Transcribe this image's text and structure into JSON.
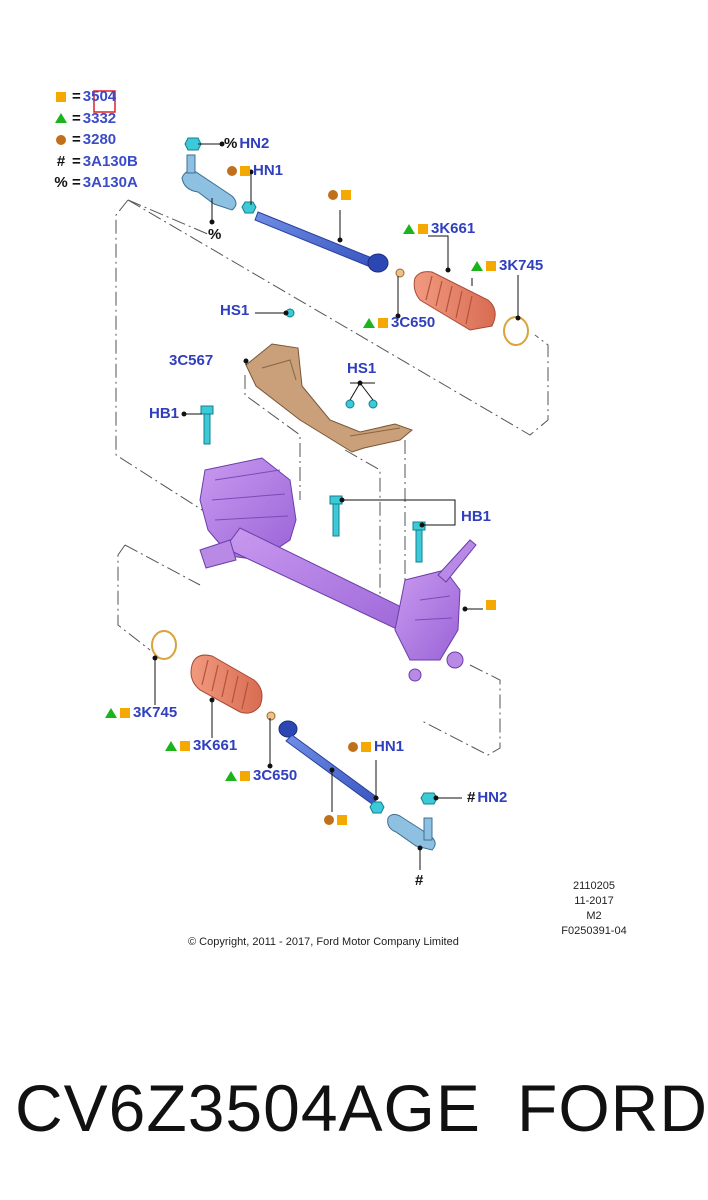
{
  "legend": [
    {
      "symbol": "square",
      "code": "3504",
      "eq": "="
    },
    {
      "symbol": "triangle",
      "code": "3332",
      "eq": "="
    },
    {
      "symbol": "dot",
      "code": "3280",
      "eq": "="
    },
    {
      "symbol": "hash",
      "code": "3A130B",
      "eq": "=",
      "glyph": "#"
    },
    {
      "symbol": "percent",
      "code": "3A130A",
      "eq": "=",
      "glyph": "%"
    }
  ],
  "labels": {
    "hn2_top": "HN2",
    "hn2_top_prefix": "%",
    "hn1_top": "HN1",
    "pct_mark": "%",
    "k3k661_top": "3K661",
    "k3k745_top": "3K745",
    "hs1_left": "HS1",
    "k3c650_top": "3C650",
    "k3c567": "3C567",
    "hs1_mid": "HS1",
    "hb1_left": "HB1",
    "hb1_right": "HB1",
    "k3k745_bot": "3K745",
    "k3k661_bot": "3K661",
    "hn1_bot": "HN1",
    "k3c650_bot": "3C650",
    "hn2_bot": "HN2",
    "hn2_bot_prefix": "#",
    "hash_mark": "#"
  },
  "meta": {
    "line1": "2110205",
    "line2": "11-2017",
    "line3": "M2",
    "line4": "F0250391-04"
  },
  "copyright": "© Copyright, 2011 - 2017, Ford Motor Company Limited",
  "part_number": "CV6Z3504AGE",
  "brand": "FORD",
  "colors": {
    "label_blue": "#2f3fbe",
    "square_orange": "#f5a800",
    "triangle_green": "#1db31d",
    "dot_brown": "#c06f1a",
    "rack_purple": "#b07be0",
    "boot_salmon": "#e8846a",
    "shield_tan": "#c9a07a",
    "bolt_cyan": "#3cc9d8",
    "tierod_blue": "#4d6fd6",
    "tierod_end": "#7fb3d9",
    "highlight_red": "#e0202a"
  }
}
